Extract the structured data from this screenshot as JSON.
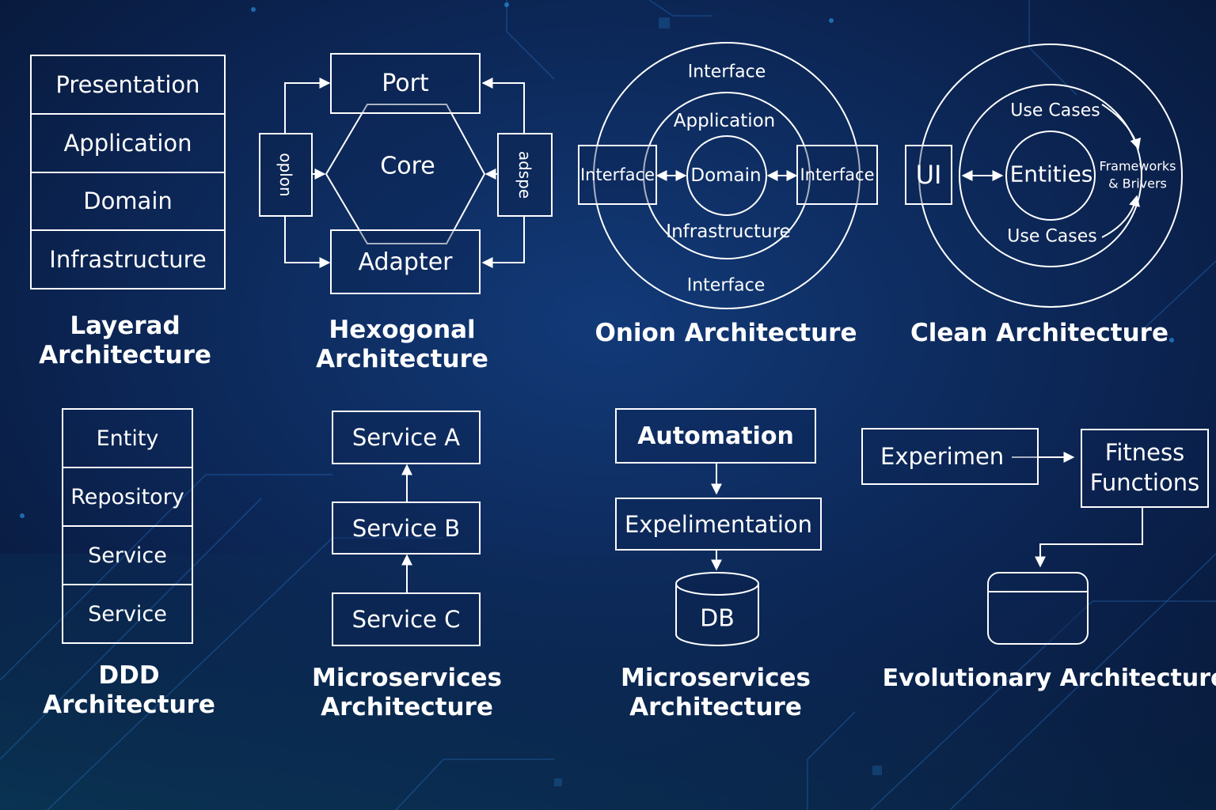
{
  "layered": {
    "layers": [
      "Presentation",
      "Application",
      "Domain",
      "Infrastructure"
    ],
    "title_line1": "Layerad",
    "title_line2": "Architecture"
  },
  "hexagonal": {
    "port": "Port",
    "core": "Core",
    "adapter": "Adapter",
    "left_side": "oplon",
    "right_side": "adspe",
    "title_line1": "Hexogonal",
    "title_line2": "Architecture"
  },
  "onion": {
    "outer_top": "Interface",
    "middle_top": "Application",
    "center": "Domain",
    "middle_bottom": "Infrastructure",
    "outer_bottom": "Interface",
    "left_box": "Interface",
    "right_box": "Interface",
    "title": "Onion Architecture"
  },
  "clean": {
    "ui": "UI",
    "center": "Entities",
    "use_cases_top": "Use Cases",
    "use_cases_bottom": "Use Cases",
    "frameworks_line1": "Frameworks",
    "frameworks_line2": "& Brivers",
    "title": "Clean Architecture"
  },
  "ddd": {
    "items": [
      "Entity",
      "Repository",
      "Service",
      "Service"
    ],
    "title_line1": "DDD",
    "title_line2": "Architecture"
  },
  "microservices_1": {
    "services": [
      "Service A",
      "Service B",
      "Service C"
    ],
    "title_line1": "Microservices",
    "title_line2": "Architecture"
  },
  "microservices_2": {
    "automation": "Automation",
    "experimentation": "Expelimentation",
    "db": "DB",
    "title_line1": "Microservices",
    "title_line2": "Architecture"
  },
  "evolutionary": {
    "experiment": "Experimen",
    "fitness_line1": "Fitness",
    "fitness_line2": "Functions",
    "title": "Evolutionary Architecture"
  },
  "colors": {
    "background": "#0b2350",
    "line": "#ffffff",
    "accent_glow": "#2fa8ff"
  }
}
